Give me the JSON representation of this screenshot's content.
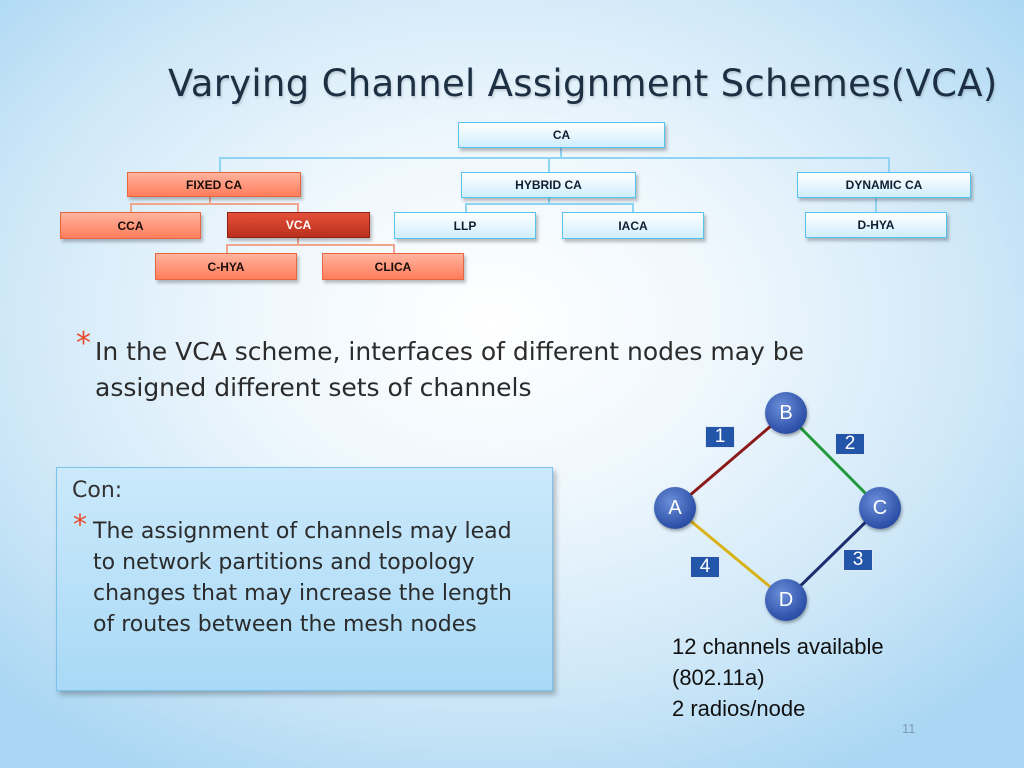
{
  "title": "Varying Channel Assignment Schemes(VCA)",
  "hierarchy": {
    "root": "CA",
    "fixed": "FIXED CA",
    "hybrid": "HYBRID CA",
    "dynamic": "DYNAMIC CA",
    "cca": "CCA",
    "vca": "VCA",
    "llp": "LLP",
    "iaca": "IACA",
    "dhya": "D-HYA",
    "chya": "C-HYA",
    "clica": "CLICA"
  },
  "bullet_marker": "*",
  "main_text": "In the VCA scheme, interfaces of different nodes may be assigned different sets of channels",
  "con": {
    "title": "Con:",
    "text": "The assignment of channels may lead to network partitions and topology changes that may increase the length of routes between the mesh nodes"
  },
  "network": {
    "nodes": {
      "a": "A",
      "b": "B",
      "c": "C",
      "d": "D"
    },
    "channels": {
      "ab": "1",
      "bc": "2",
      "cd": "3",
      "ad": "4"
    },
    "link_colors": {
      "ab": "#8b1a1a",
      "bc": "#1f9a3a",
      "cd": "#1c2f6e",
      "ad": "#d9b21a"
    }
  },
  "notes": {
    "line1": "12 channels available",
    "line2": "(802.11a)",
    "line3": "2 radios/node"
  },
  "page_number": "11"
}
